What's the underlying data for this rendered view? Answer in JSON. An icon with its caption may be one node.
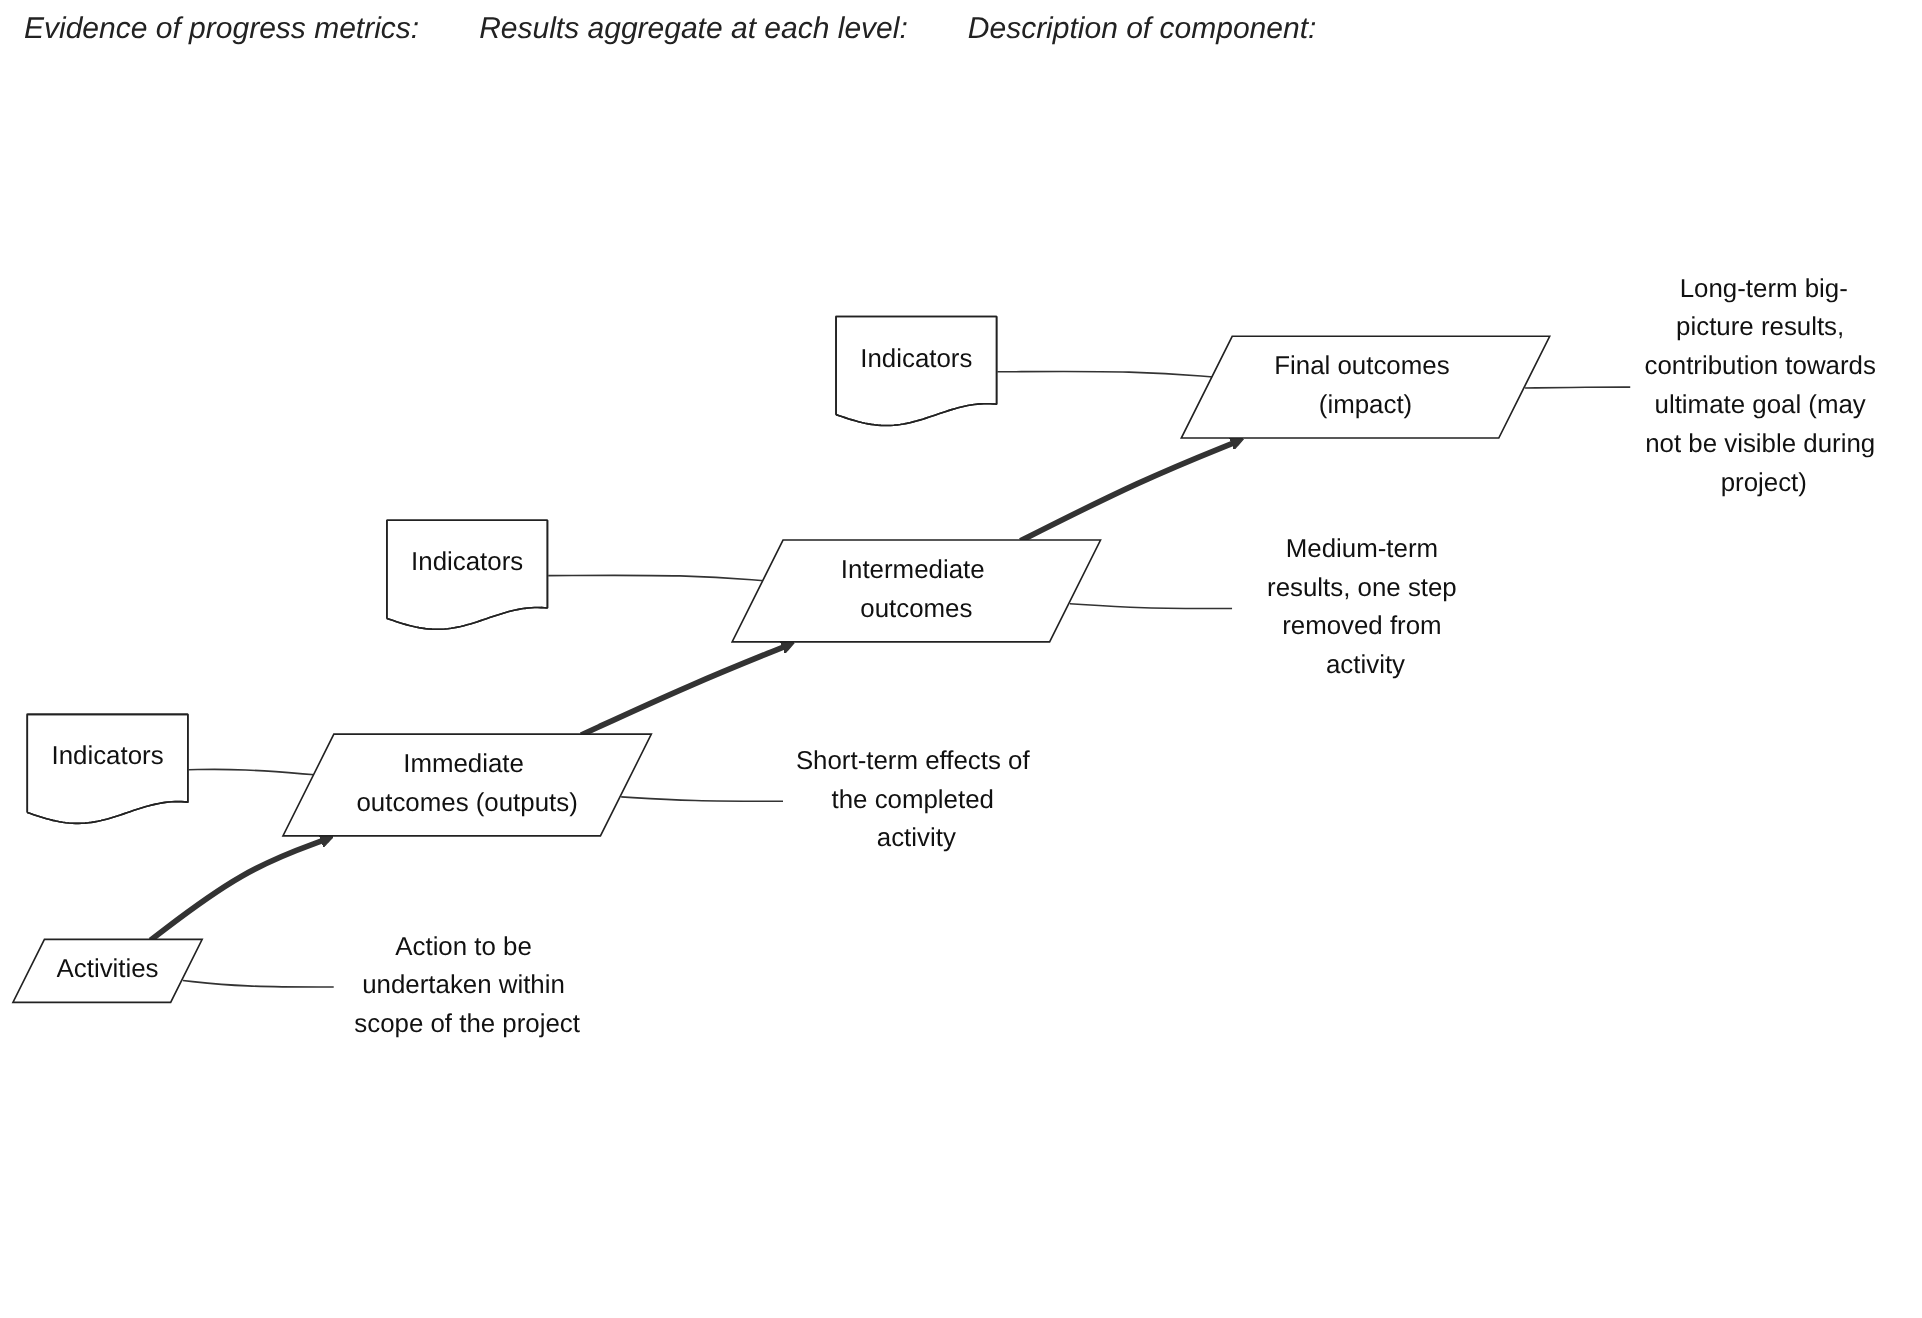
{
  "diagram": {
    "nodes": [
      {
        "text": [
          "Indicators"
        ]
      },
      {
        "text": [
          "Indicators"
        ]
      },
      {
        "text": [
          "Indicators"
        ]
      },
      {
        "text": [
          "Activities"
        ]
      },
      {
        "text": [
          "Immediate outcomes (outputs)"
        ]
      },
      {
        "text": [
          "Intermediate outcomes"
        ]
      },
      {
        "text": [
          "Final outcomes (impact)"
        ]
      },
      {
        "text": [
          "Action to be undertaken within scope of the project"
        ]
      },
      {
        "text": [
          "Short-term effects of the completed activity"
        ]
      },
      {
        "text": [
          "Medium-term results, one step removed from activity"
        ]
      },
      {
        "text": [
          "Long-term big-picture results, contribution towards ultimate goal (may not be visible during project)"
        ]
      }
    ],
    "edges": [
      {
        "from": 3,
        "to": 4,
        "arrow": "to",
        "style": "thick"
      },
      {
        "from": 4,
        "to": 5,
        "arrow": "to",
        "style": "thick"
      },
      {
        "from": 5,
        "to": 6,
        "arrow": "to",
        "style": "thick"
      },
      {
        "from": 0,
        "to": 4,
        "arrow": "none"
      },
      {
        "from": 1,
        "to": 5,
        "arrow": "none"
      },
      {
        "from": 2,
        "to": 6,
        "arrow": "none"
      },
      {
        "from": 3,
        "to": 7,
        "arrow": "none"
      },
      {
        "from": 4,
        "to": 8,
        "arrow": "none"
      },
      {
        "from": 5,
        "to": 9,
        "arrow": "none"
      },
      {
        "from": 6,
        "to": 10,
        "arrow": "none"
      }
    ],
    "labels": [
      "Evidence of progress metrics:",
      "Results aggregate at each level:",
      "Description of component:"
    ]
  }
}
